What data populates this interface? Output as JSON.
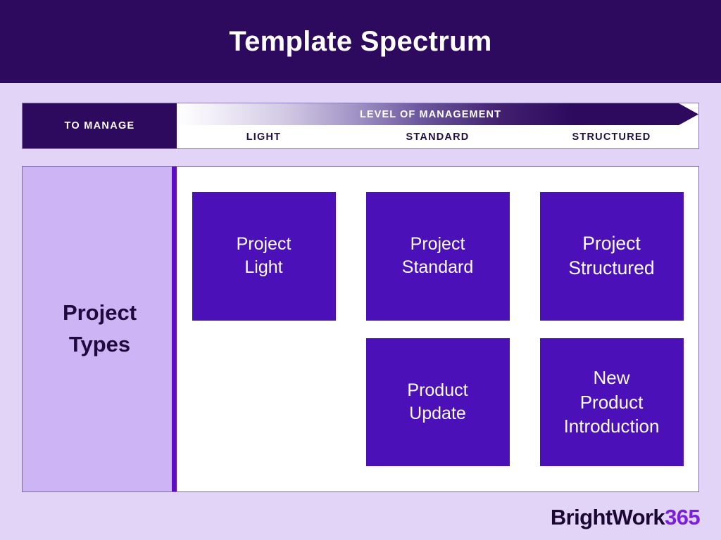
{
  "header": {
    "title": "Template Spectrum",
    "background_color": "#2D0A5E",
    "title_color": "#FFFFFF"
  },
  "spectrum": {
    "row_label": "TO MANAGE",
    "axis_title": "LEVEL OF MANAGEMENT",
    "levels": [
      "LIGHT",
      "STANDARD",
      "STRUCTURED"
    ],
    "gradient_from": "#FFFFFF",
    "gradient_to": "#2D0A5E"
  },
  "matrix": {
    "sidebar_label": "Project\nTypes",
    "sidebar_label_line1": "Project",
    "sidebar_label_line2": "Types",
    "sidebar_background": "#CDB4F5",
    "divider_color": "#5B10C0",
    "tile_color": "#4B10B8",
    "tile_text_color": "#FFFFFF",
    "columns": [
      "LIGHT",
      "STANDARD",
      "STRUCTURED"
    ],
    "rows": [
      [
        {
          "label": "Project Light",
          "line1": "Project",
          "line2": "Light",
          "empty": false
        },
        {
          "label": "Project Standard",
          "line1": "Project",
          "line2": "Standard",
          "empty": false
        },
        {
          "label": "Project Structured",
          "line1": "Project",
          "line2": "Structured",
          "empty": false
        }
      ],
      [
        {
          "label": "",
          "line1": "",
          "line2": "",
          "empty": true
        },
        {
          "label": "Product Update",
          "line1": "Product",
          "line2": "Update",
          "empty": false
        },
        {
          "label": "New Product Introduction",
          "line1": "New",
          "line2": "Product",
          "line3": "Introduction",
          "empty": false
        }
      ]
    ]
  },
  "logo": {
    "brand": "BrightWork",
    "suffix": "365",
    "brand_color": "#1B0733",
    "suffix_color": "#7A1FE0"
  },
  "page": {
    "background_color": "#E2D4F7"
  }
}
